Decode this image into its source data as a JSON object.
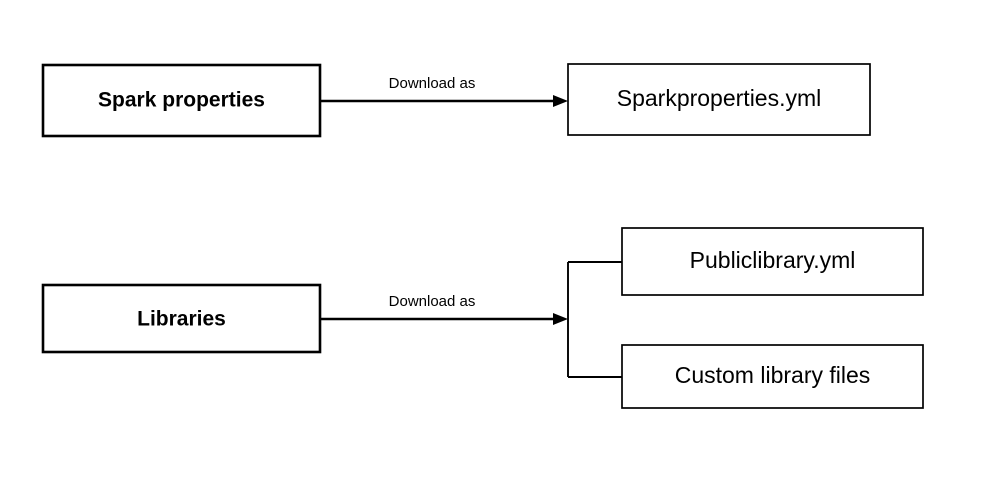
{
  "diagram": {
    "type": "flow-diagram",
    "background_color": "#ffffff",
    "line_color": "#000000",
    "text_color": "#000000",
    "flows": [
      {
        "id": "spark-properties-flow",
        "source": {
          "label": "Spark properties",
          "emphasis": "bold"
        },
        "edge": {
          "label": "Download as"
        },
        "targets": [
          {
            "label": "Sparkproperties.yml",
            "emphasis": "normal"
          }
        ]
      },
      {
        "id": "libraries-flow",
        "source": {
          "label": "Libraries",
          "emphasis": "bold"
        },
        "edge": {
          "label": "Download as"
        },
        "targets": [
          {
            "label": "Publiclibrary.yml",
            "emphasis": "normal"
          },
          {
            "label": "Custom library files",
            "emphasis": "normal"
          }
        ]
      }
    ]
  }
}
